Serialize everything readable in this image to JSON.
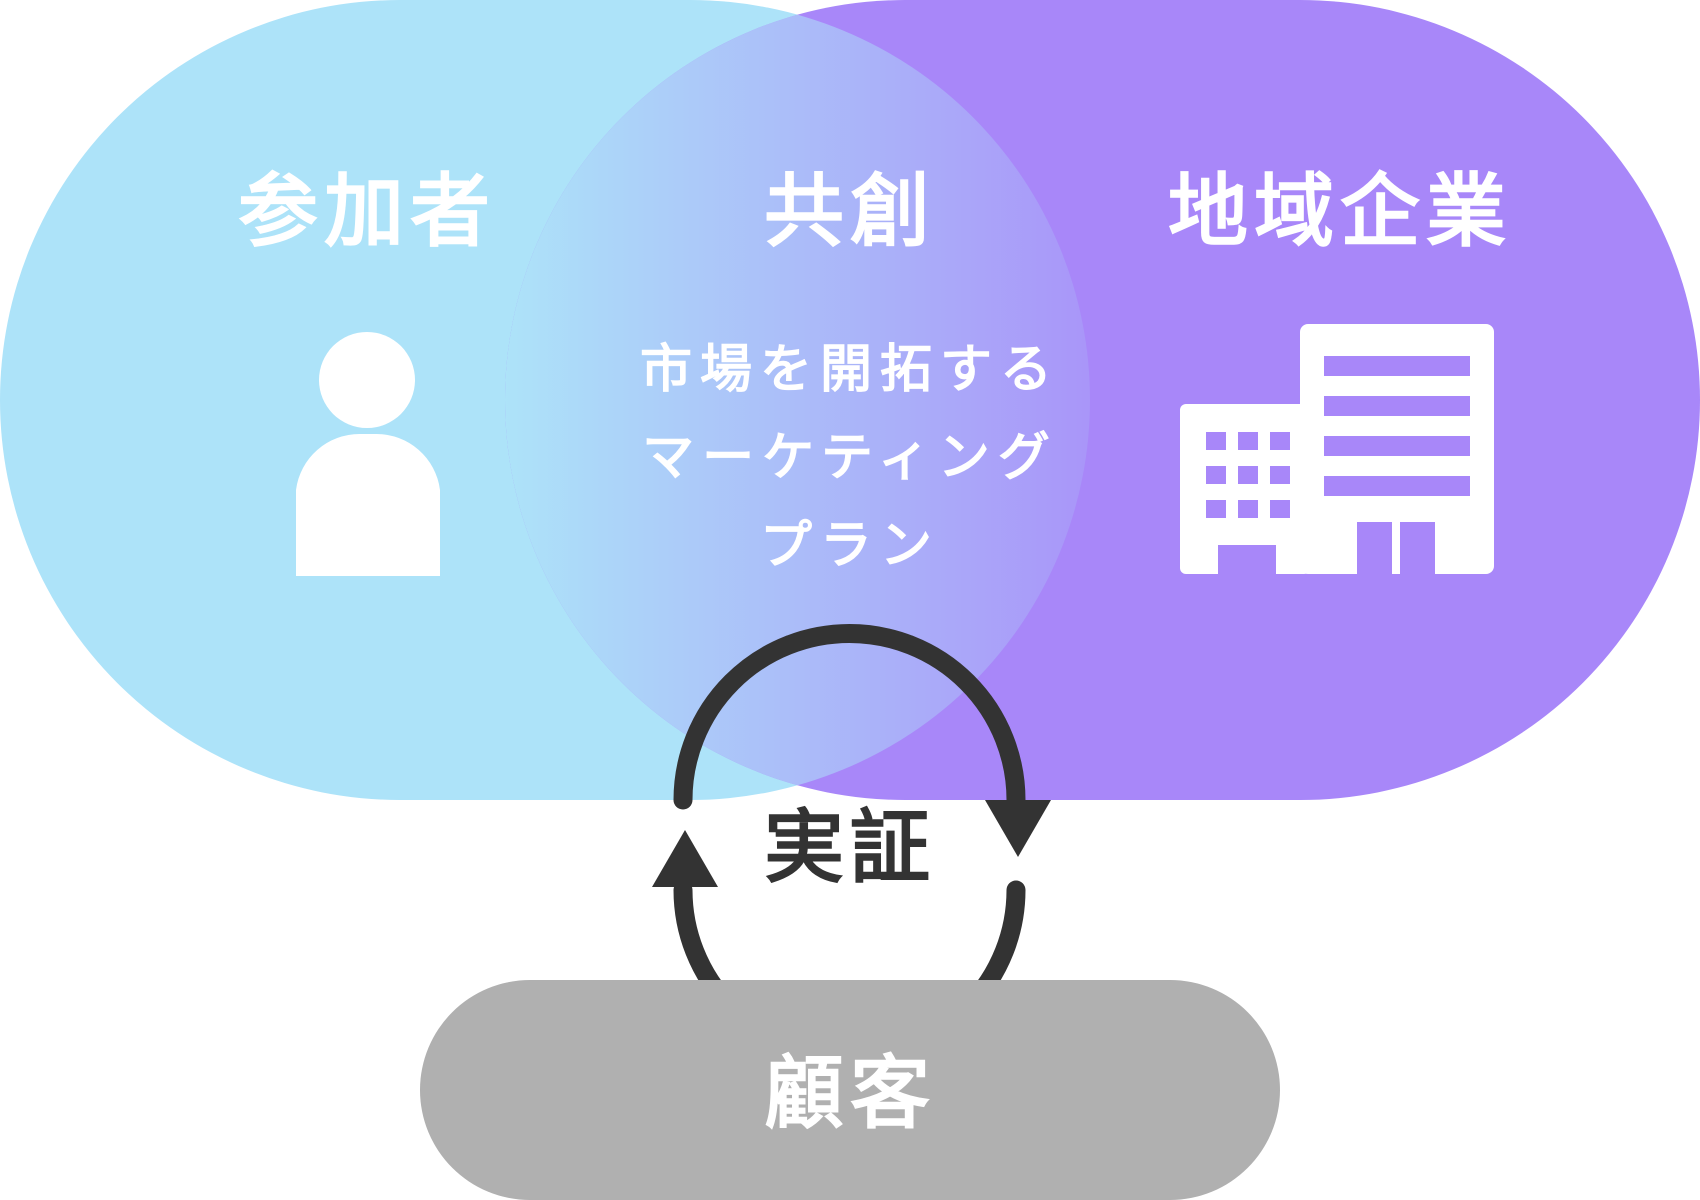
{
  "labels": {
    "participants": "参加者",
    "cocreation": "共創",
    "local_companies": "地域企業",
    "plan_line1": "市場を開拓する",
    "plan_line2": "マーケティング",
    "plan_line3": "プラン",
    "verification": "実証",
    "customers": "顧客"
  },
  "icons": {
    "participants": "person-icon",
    "local_companies": "building-icon",
    "cycle": "cycle-arrows-icon"
  },
  "colors": {
    "participants_fill": "#ade3f9",
    "companies_fill": "#a887f9",
    "customers_fill": "#b0b0b0",
    "cycle_stroke": "#333333",
    "text_light": "#ffffff"
  }
}
